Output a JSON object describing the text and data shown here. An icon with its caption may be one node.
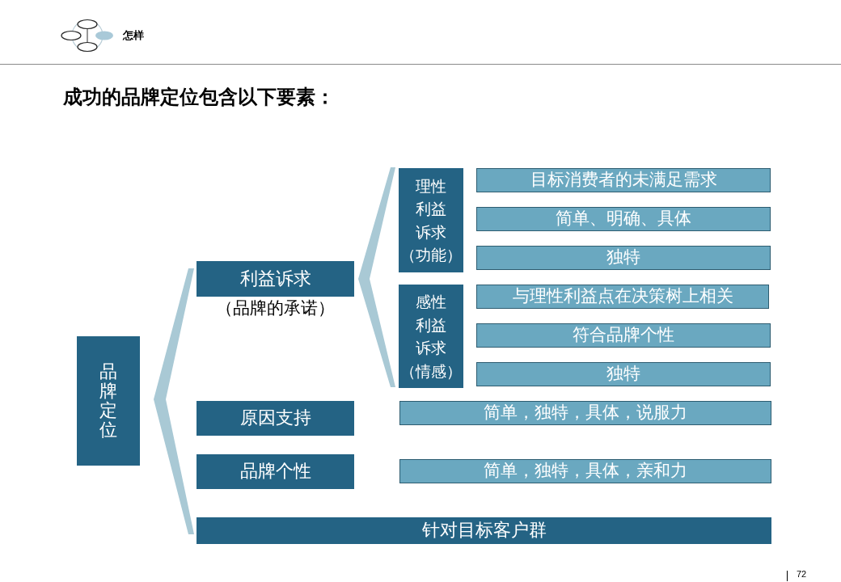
{
  "diagram": {
    "title": "成功的品牌定位包含以下要素：",
    "nodes": [
      {
        "text": [
          "品牌定位"
        ]
      },
      {
        "text": [],
        "shape": "bracket"
      },
      {
        "text": [
          "利益诉求"
        ],
        "beside": [
          "（品牌的承诺）"
        ]
      },
      {
        "text": [],
        "shape": "bracket"
      },
      {
        "text": [
          "理性利益诉求（功能）"
        ]
      },
      {
        "text": [
          "目标消费者的未满足需求"
        ]
      },
      {
        "text": [
          "简单、明确、具体"
        ]
      },
      {
        "text": [
          "独特"
        ]
      },
      {
        "text": [
          "感性利益诉求（情感）"
        ]
      },
      {
        "text": [
          "与理性利益点在决策树上相关"
        ]
      },
      {
        "text": [
          "符合品牌个性"
        ]
      },
      {
        "text": [
          "独特"
        ]
      },
      {
        "text": [
          "原因支持"
        ]
      },
      {
        "text": [
          "简单，独特，具体，说服力"
        ]
      },
      {
        "text": [
          "品牌个性"
        ]
      },
      {
        "text": [
          "简单，独特，具体，亲和力"
        ]
      },
      {
        "text": [
          "针对目标客户群"
        ]
      }
    ],
    "labels": [
      "怎样",
      "72"
    ]
  }
}
